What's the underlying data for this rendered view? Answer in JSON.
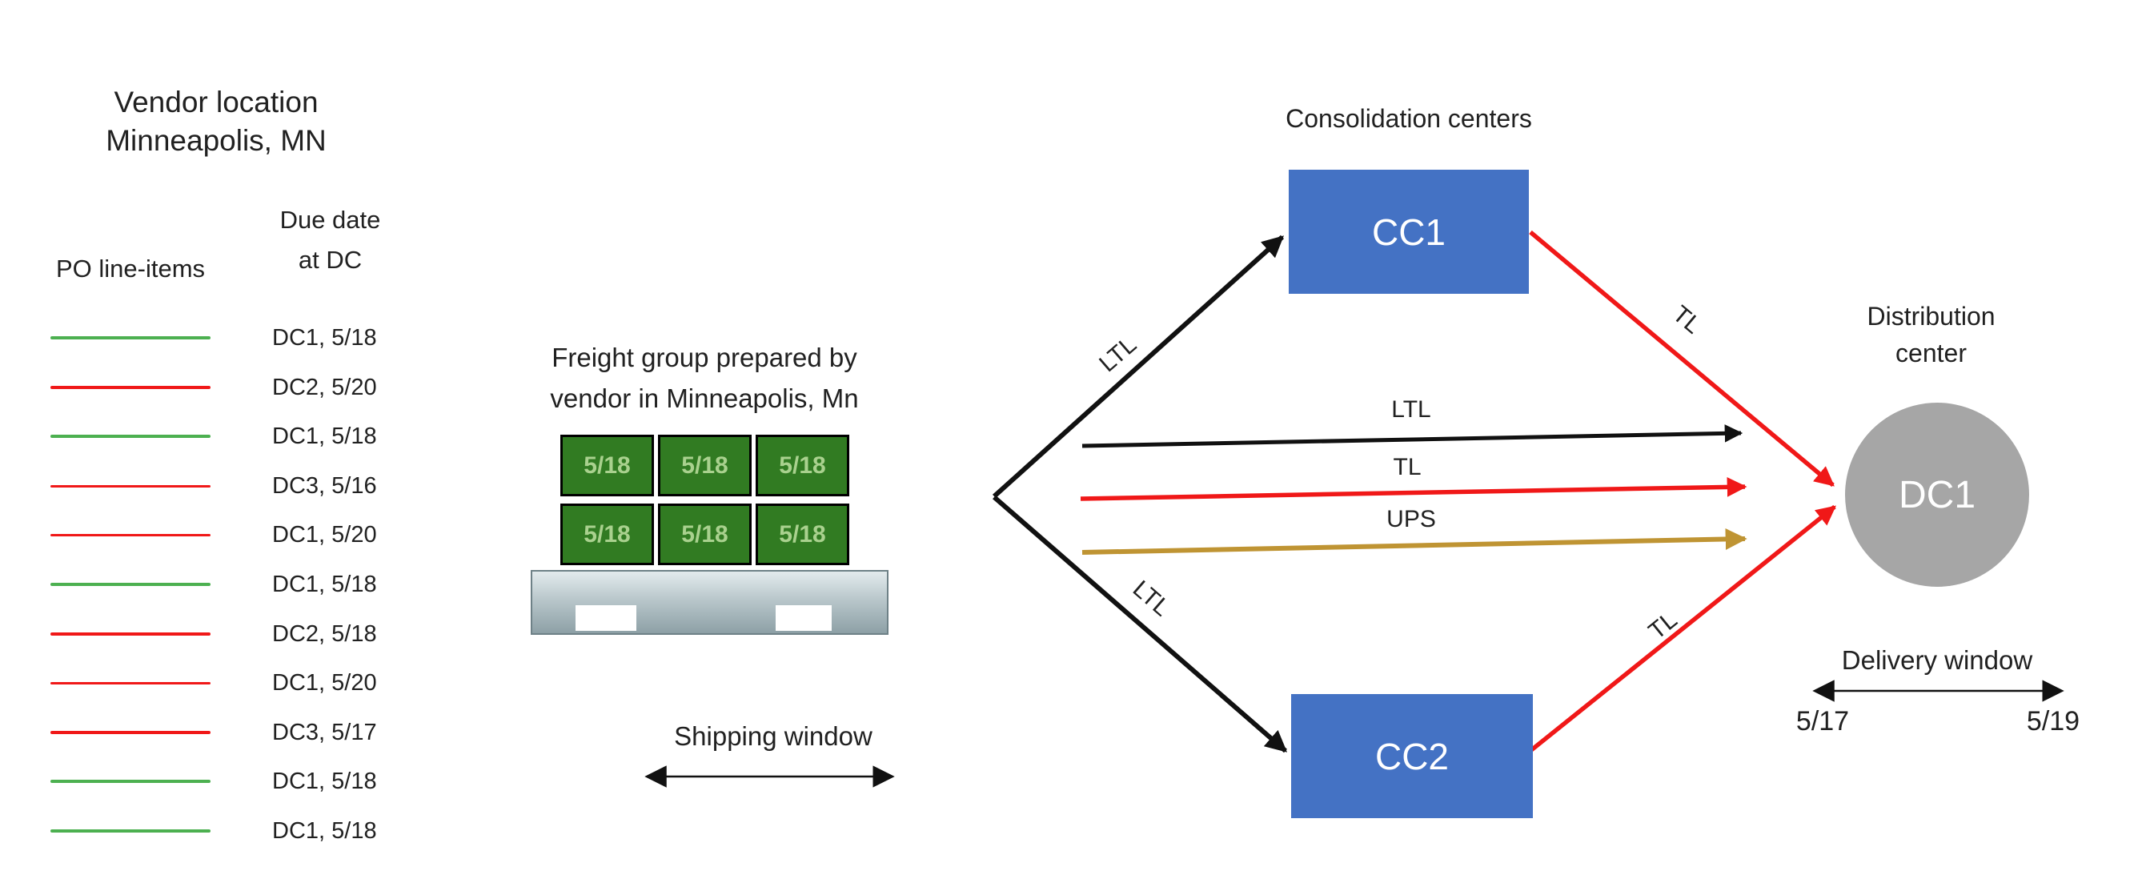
{
  "colors": {
    "blue": "#4472C4",
    "circle-gray": "#A6A6A6",
    "box-green": "#317B22",
    "box-green-text": "#A9D18E",
    "line-green": "#4CB050",
    "line-red": "#F01818",
    "arrow-black": "#111111",
    "arrow-gold": "#BF9433",
    "text": "#212121"
  },
  "vendor": {
    "title_line1": "Vendor location",
    "title_line2": "Minneapolis, MN",
    "po_header": "PO line-items",
    "due_header_line1": "Due date",
    "due_header_line2": "at DC",
    "items": [
      {
        "dc": "DC1, 5/18",
        "variant": "green"
      },
      {
        "dc": "DC2, 5/20",
        "variant": "red"
      },
      {
        "dc": "DC1, 5/18",
        "variant": "green"
      },
      {
        "dc": "DC3, 5/16",
        "variant": "red-thin"
      },
      {
        "dc": "DC1, 5/20",
        "variant": "red-thin"
      },
      {
        "dc": "DC1, 5/18",
        "variant": "green"
      },
      {
        "dc": "DC2, 5/18",
        "variant": "red"
      },
      {
        "dc": "DC1, 5/20",
        "variant": "red-thin"
      },
      {
        "dc": "DC3, 5/17",
        "variant": "red"
      },
      {
        "dc": "DC1, 5/18",
        "variant": "green"
      },
      {
        "dc": "DC1, 5/18",
        "variant": "green"
      }
    ]
  },
  "freight": {
    "caption_line1": "Freight group prepared by",
    "caption_line2": "vendor in Minneapolis, Mn",
    "box_dates": [
      "5/18",
      "5/18",
      "5/18",
      "5/18",
      "5/18",
      "5/18"
    ],
    "shipping_window_label": "Shipping window"
  },
  "consolidation": {
    "title": "Consolidation centers",
    "cc1": "CC1",
    "cc2": "CC2"
  },
  "routes": {
    "to_cc1": "LTL",
    "to_cc2": "LTL",
    "direct_ltl": "LTL",
    "direct_tl": "TL",
    "direct_ups": "UPS",
    "cc1_to_dc": "TL",
    "cc2_to_dc": "TL"
  },
  "distribution": {
    "title_line1": "Distribution",
    "title_line2": "center",
    "dc": "DC1",
    "delivery_window_label": "Delivery window",
    "window_start": "5/17",
    "window_end": "5/19"
  }
}
